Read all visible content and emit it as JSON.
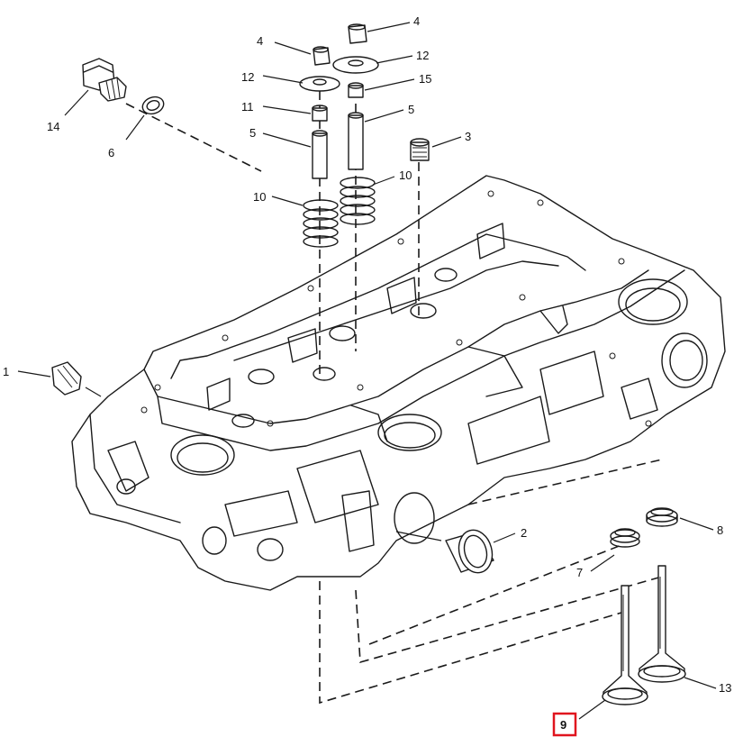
{
  "callouts": [
    {
      "id": "c14",
      "text": "14"
    },
    {
      "id": "c6",
      "text": "6"
    },
    {
      "id": "c4a",
      "text": "4"
    },
    {
      "id": "c4b",
      "text": "4"
    },
    {
      "id": "c12a",
      "text": "12"
    },
    {
      "id": "c12b",
      "text": "12"
    },
    {
      "id": "c15",
      "text": "15"
    },
    {
      "id": "c11",
      "text": "11"
    },
    {
      "id": "c5a",
      "text": "5"
    },
    {
      "id": "c5b",
      "text": "5"
    },
    {
      "id": "c3",
      "text": "3"
    },
    {
      "id": "c10a",
      "text": "10"
    },
    {
      "id": "c10b",
      "text": "10"
    },
    {
      "id": "c1",
      "text": "1"
    },
    {
      "id": "c2",
      "text": "2"
    },
    {
      "id": "c8",
      "text": "8"
    },
    {
      "id": "c7",
      "text": "7"
    },
    {
      "id": "c13",
      "text": "13"
    },
    {
      "id": "c9",
      "text": "9"
    }
  ],
  "highlight": {
    "callout": "9",
    "color": "#e0141e"
  }
}
